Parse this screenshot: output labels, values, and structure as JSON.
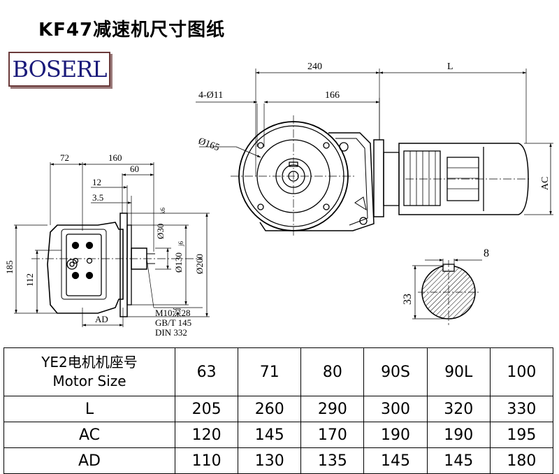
{
  "title": "KF47减速机尺寸图纸",
  "logo": "BOSERL",
  "drawing": {
    "dims": {
      "d72": "72",
      "d160": "160",
      "d60": "60",
      "d12": "12",
      "d3_5": "3.5",
      "d185": "185",
      "d112": "112",
      "dAD": "AD",
      "d30": "Ø30",
      "d30tol": "k6",
      "d130": "Ø130",
      "d130tol": "j6",
      "d200": "Ø200",
      "d240": "240",
      "dL": "L",
      "d4holes": "4-Ø11",
      "d166": "166",
      "d165": "Ø165",
      "dAC": "AC",
      "d8": "8",
      "d33": "33"
    },
    "notes": [
      "M10深28",
      "GB/T 145",
      "DIN 332"
    ]
  },
  "table": {
    "header_cn": "YE2电机机座号",
    "header_en": "Motor Size",
    "sizes": [
      "63",
      "71",
      "80",
      "90S",
      "90L",
      "100"
    ],
    "rows": [
      {
        "label": "L",
        "values": [
          "205",
          "260",
          "290",
          "300",
          "320",
          "330"
        ]
      },
      {
        "label": "AC",
        "values": [
          "120",
          "145",
          "170",
          "190",
          "190",
          "195"
        ]
      },
      {
        "label": "AD",
        "values": [
          "110",
          "130",
          "135",
          "145",
          "145",
          "180"
        ]
      }
    ]
  }
}
